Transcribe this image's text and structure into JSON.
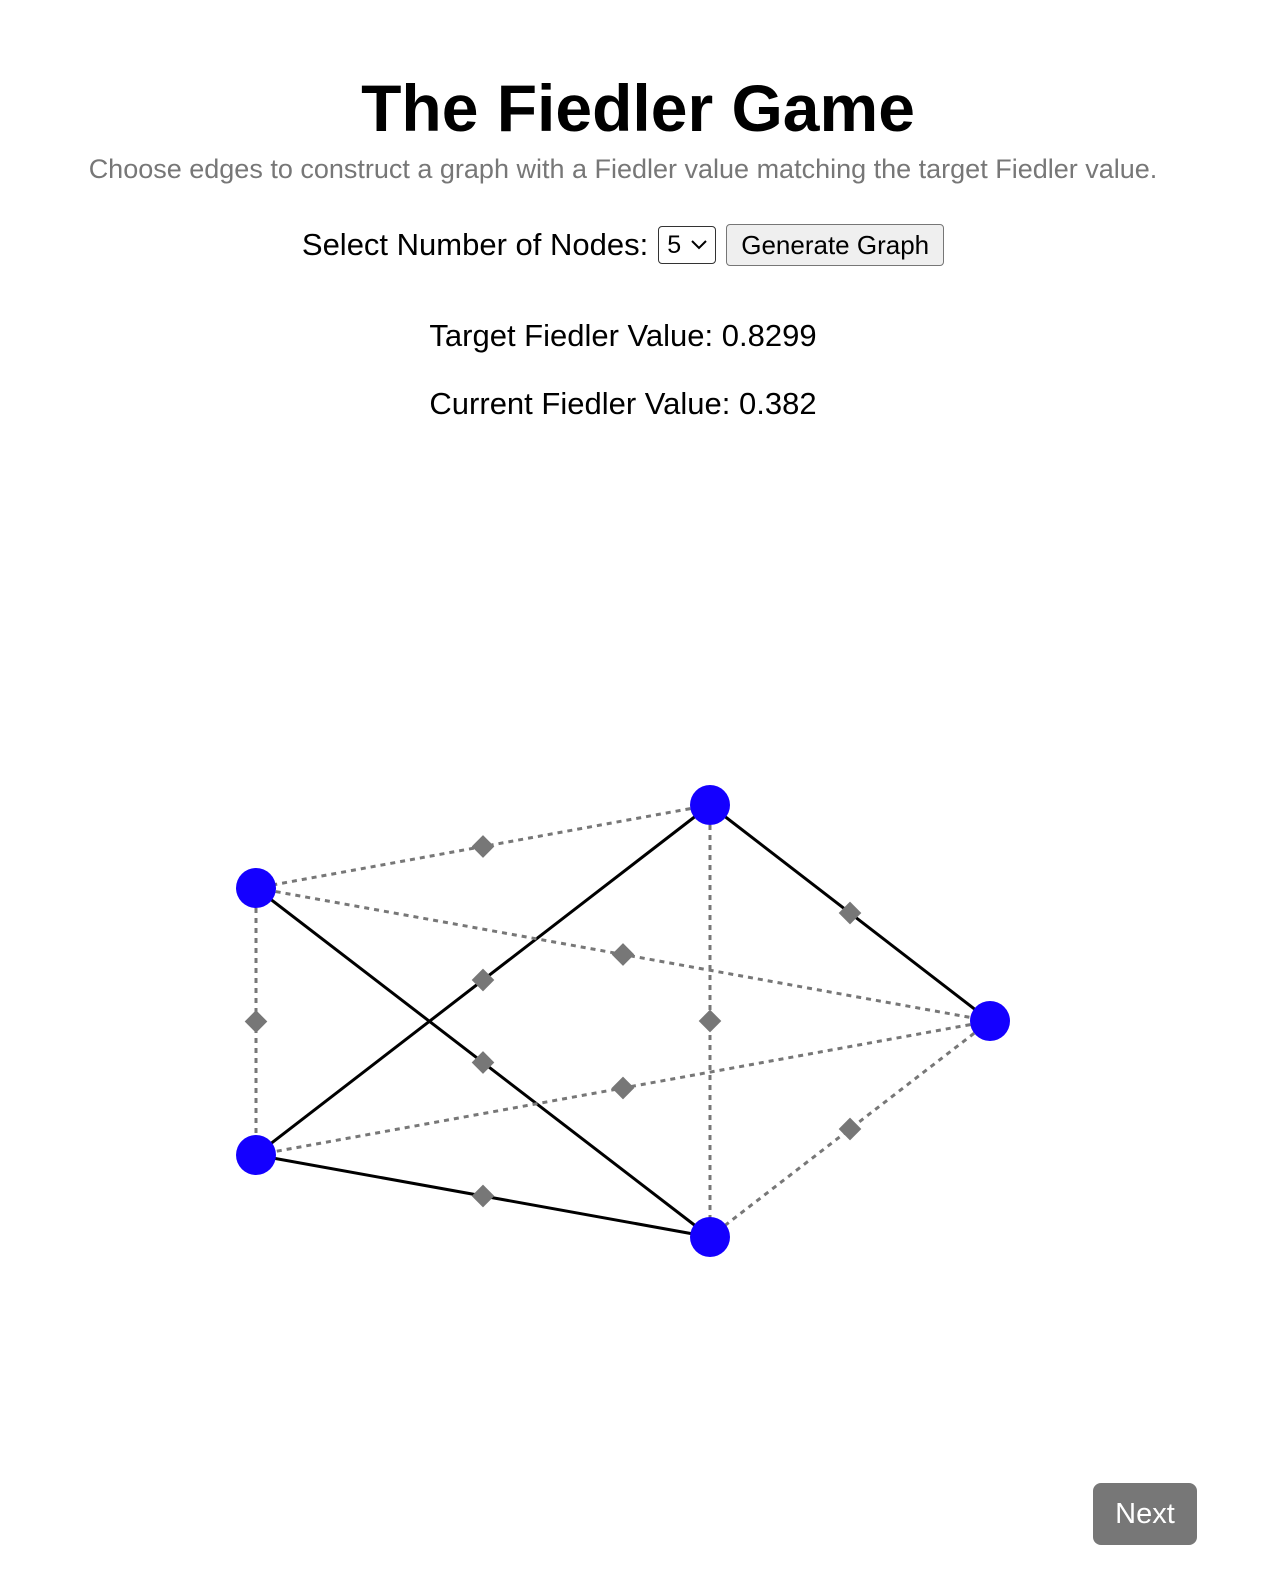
{
  "header": {
    "title": "The Fiedler Game",
    "subtitle": "Choose edges to construct a graph with a Fiedler value matching the target Fiedler value."
  },
  "controls": {
    "nodes_label": "Select Number of Nodes:",
    "nodes_selected": "5",
    "generate_label": "Generate Graph"
  },
  "stats": {
    "target": "Target Fiedler Value: 0.8299",
    "current": "Current Fiedler Value: 0.382"
  },
  "graph": {
    "node_color": "#1400ff",
    "edge_active_color": "#000000",
    "edge_inactive_color": "#777777",
    "edges": [
      {
        "from": 0,
        "to": 1,
        "active": false
      },
      {
        "from": 0,
        "to": 2,
        "active": true
      },
      {
        "from": 0,
        "to": 3,
        "active": true
      },
      {
        "from": 0,
        "to": 4,
        "active": false
      },
      {
        "from": 1,
        "to": 2,
        "active": false
      },
      {
        "from": 1,
        "to": 3,
        "active": false
      },
      {
        "from": 1,
        "to": 4,
        "active": true
      },
      {
        "from": 2,
        "to": 3,
        "active": false
      },
      {
        "from": 2,
        "to": 4,
        "active": false
      },
      {
        "from": 3,
        "to": 4,
        "active": true
      }
    ]
  },
  "footer": {
    "next_label": "Next"
  }
}
